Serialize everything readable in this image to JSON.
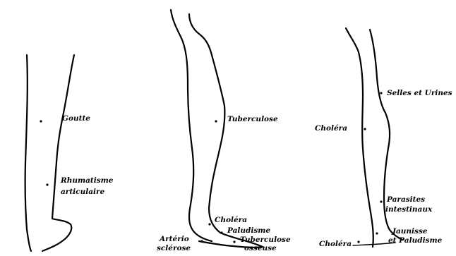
{
  "leg1": {
    "goutte": "Goutte",
    "rhumatisme_1": "Rhumatisme",
    "rhumatisme_2": "articulaire"
  },
  "leg2": {
    "tuberculose": "Tuberculose",
    "cholera": "Choléra",
    "paludisme": "Paludisme",
    "arterio_1": "Artério",
    "arterio_2": "sclérose",
    "tub_osseuse_1": "Tuberculose",
    "tub_osseuse_2": "osseuse"
  },
  "leg3": {
    "selles": "Selles et Urines",
    "cholera_calf": "Choléra",
    "parasites_1": "Parasites",
    "parasites_2": "intestinaux",
    "cholera_foot": "Choléra",
    "jaunisse_1": "Jaunisse",
    "jaunisse_2": "et Paludisme"
  }
}
